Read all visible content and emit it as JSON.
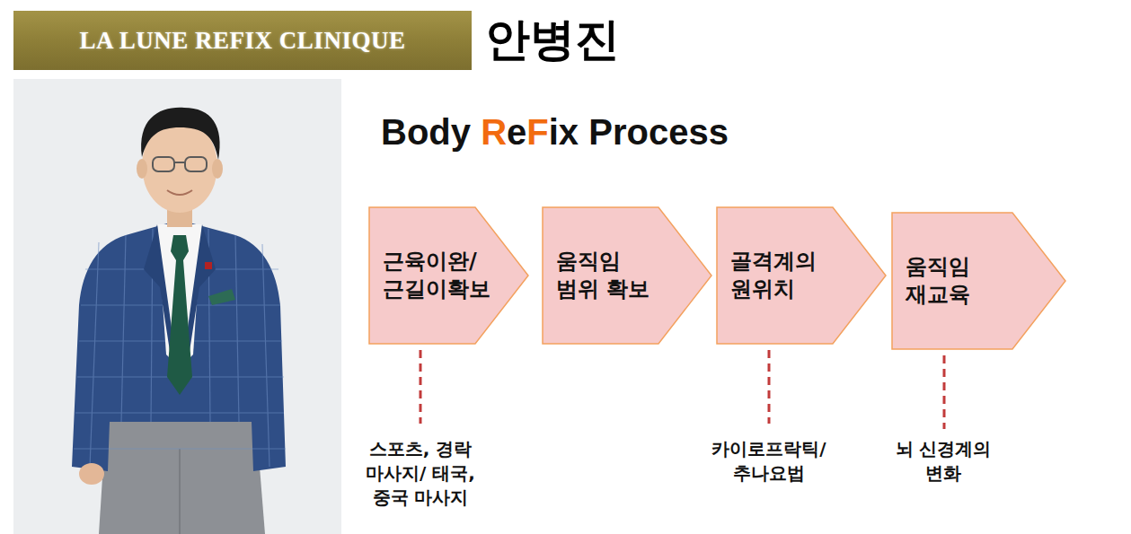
{
  "diagram": {
    "title": "Body ReFix Process",
    "nodes": [
      {
        "text": [
          "LA LUNE REFIX CLINIQUE"
        ]
      },
      {
        "text": [
          "근육이완/ 근길이확보"
        ]
      },
      {
        "text": [
          "움직임 범위 확보"
        ]
      },
      {
        "text": [
          "골격계의 원위치"
        ]
      },
      {
        "text": [
          "움직임 재교육"
        ]
      }
    ],
    "labels": [
      "안병진",
      "스포츠, 경락 마사지/ 태국, 중국 마사지",
      "카이로프락틱/ 추나요법",
      "뇌 신경계의 변화"
    ]
  }
}
